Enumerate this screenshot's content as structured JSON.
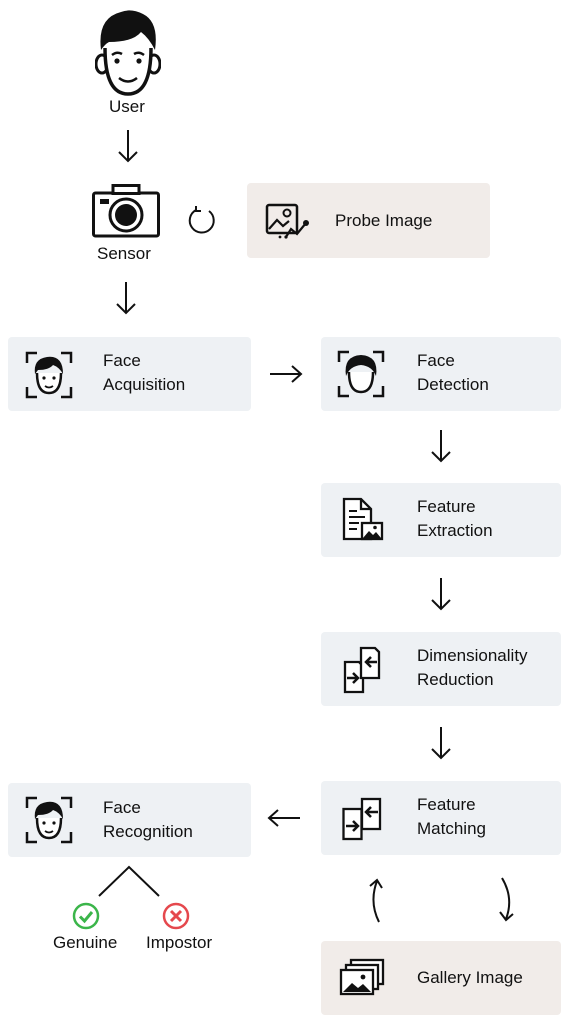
{
  "user": {
    "label": "User"
  },
  "sensor": {
    "label": "Sensor"
  },
  "probe": {
    "label": "Probe Image"
  },
  "face_acquisition": {
    "line1": "Face",
    "line2": "Acquisition"
  },
  "face_detection": {
    "line1": "Face",
    "line2": "Detection"
  },
  "feature_extraction": {
    "line1": "Feature",
    "line2": "Extraction"
  },
  "dimensionality_reduction": {
    "line1": "Dimensionality",
    "line2": "Reduction"
  },
  "feature_matching": {
    "line1": "Feature",
    "line2": "Matching"
  },
  "face_recognition": {
    "line1": "Face",
    "line2": "Recognition"
  },
  "gallery": {
    "label": "Gallery Image"
  },
  "outcomes": {
    "genuine": "Genuine",
    "impostor": "Impostor"
  },
  "colors": {
    "box": "#eef1f4",
    "box_warm": "#f1ece9",
    "genuine": "#3bb54a",
    "impostor": "#e5484d"
  },
  "icons": [
    "user-face-icon",
    "camera-icon",
    "refresh-icon",
    "probe-image-icon",
    "face-frame-icon",
    "document-image-icon",
    "compress-arrows-icon",
    "match-arrows-icon",
    "gallery-stack-icon",
    "check-circle-icon",
    "x-circle-icon"
  ]
}
